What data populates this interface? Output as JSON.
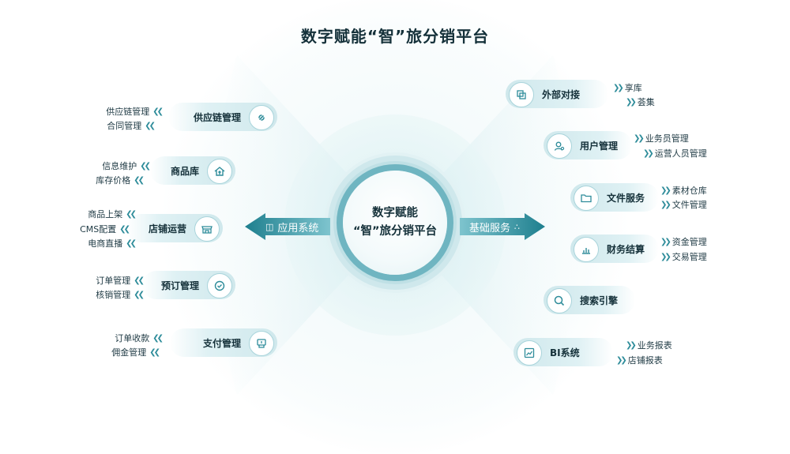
{
  "title": "数字赋能“智”旅分销平台",
  "core": {
    "line1": "数字赋能",
    "line2": "“智”旅分销平台"
  },
  "left_arrow": {
    "label": "应用系统"
  },
  "right_arrow": {
    "label": "基础服务"
  },
  "left_modules": [
    {
      "name": "供应链管理",
      "icon": "link-icon",
      "subs": [
        "供应链管理",
        "合同管理"
      ]
    },
    {
      "name": "商品库",
      "icon": "house-upload-icon",
      "subs": [
        "信息维护",
        "库存价格"
      ]
    },
    {
      "name": "店铺运营",
      "icon": "store-icon",
      "subs": [
        "商品上架",
        "CMS配置",
        "电商直播"
      ]
    },
    {
      "name": "预订管理",
      "icon": "clock-check-icon",
      "subs": [
        "订单管理",
        "核销管理"
      ]
    },
    {
      "name": "支付管理",
      "icon": "payment-hand-icon",
      "subs": [
        "订单收款",
        "佣金管理"
      ]
    }
  ],
  "right_modules": [
    {
      "name": "外部对接",
      "icon": "api-connect-icon",
      "subs": [
        "享库",
        "荟集"
      ]
    },
    {
      "name": "用户管理",
      "icon": "user-settings-icon",
      "subs": [
        "业务员管理",
        "运营人员管理"
      ]
    },
    {
      "name": "文件服务",
      "icon": "folder-icon",
      "subs": [
        "素材仓库",
        "文件管理"
      ]
    },
    {
      "name": "财务结算",
      "icon": "finance-chart-icon",
      "subs": [
        "资金管理",
        "交易管理"
      ]
    },
    {
      "name": "搜索引擎",
      "icon": "search-icon",
      "subs": []
    },
    {
      "name": "BI系统",
      "icon": "bi-chart-icon",
      "subs": [
        "业务报表",
        "店铺报表"
      ]
    }
  ],
  "colors": {
    "accent": "#2e8c9a",
    "arrow": "#2b8d9c",
    "pill": "#d7eef1"
  }
}
